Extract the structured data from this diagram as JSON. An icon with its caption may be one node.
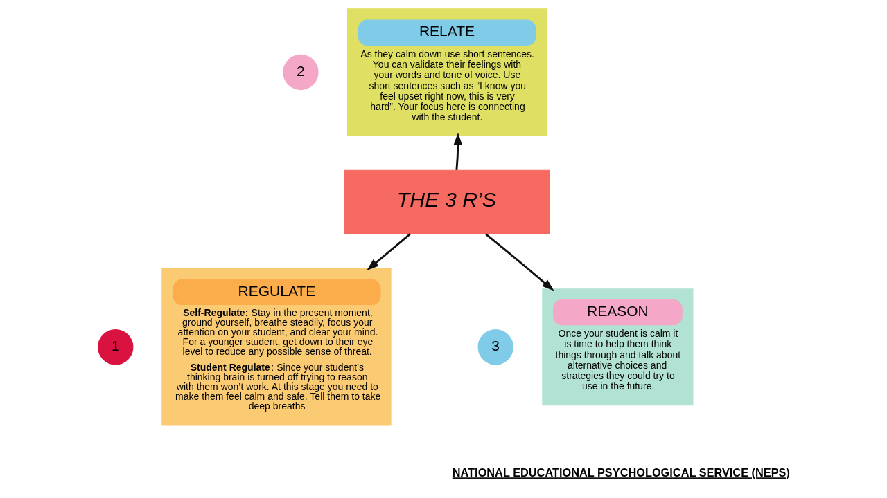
{
  "diagram": {
    "nodes": [
      {
        "text": [
          "2"
        ]
      },
      {
        "text": [
          "RELATE",
          "As they calm down use short sentences. You can validate their feelings with your words and tone of voice. Use short sentences such as “I know you feel upset right now, this is very hard”. Your focus here is connecting with the student."
        ]
      },
      {
        "text": [
          "THE 3 R’S"
        ]
      },
      {
        "text": [
          "1"
        ]
      },
      {
        "text": [
          "REGULATE",
          "**Self-Regulate:** Stay in the present moment, ground yourself, breathe steadily, focus your attention on your student, and clear your mind. For a younger student, get down to their eye level to reduce any possible sense of threat.",
          "**Student Regulate**: Since your student’s thinking brain is turned off trying to reason with them won’t work. At this stage you need to make them feel calm and safe. Tell them to take deep breaths"
        ]
      },
      {
        "text": [
          "3"
        ]
      },
      {
        "text": [
          "REASON",
          "Once your student is calm it is time to help them think things through and talk about alternative choices and strategies they could try to use in the future."
        ]
      }
    ],
    "edges": [
      {
        "from": 2,
        "to": 1,
        "arrow": "to"
      },
      {
        "from": 2,
        "to": 4,
        "arrow": "to"
      },
      {
        "from": 2,
        "to": 6,
        "arrow": "to"
      }
    ],
    "labels": [
      "NATIONAL EDUCATIONAL PSYCHOLOGICAL SERVICE (NEPS)"
    ]
  }
}
